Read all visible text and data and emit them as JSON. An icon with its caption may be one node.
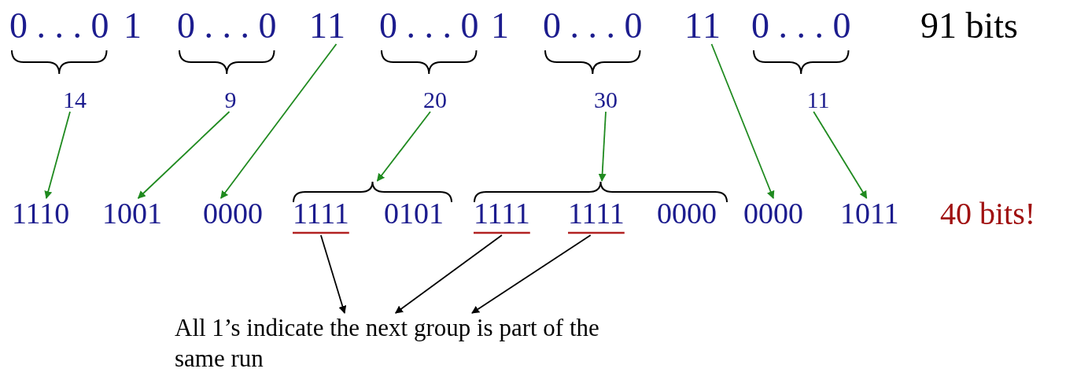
{
  "diagram": {
    "nodes": [
      {
        "text": [
          "0 . . . 0"
        ]
      },
      {
        "text": [
          "1"
        ]
      },
      {
        "text": [
          "0 . . . 0"
        ]
      },
      {
        "text": [
          "1"
        ]
      },
      {
        "text": [
          "1"
        ]
      },
      {
        "text": [
          "0 . . . 0"
        ]
      },
      {
        "text": [
          "1"
        ]
      },
      {
        "text": [
          "0 . . . 0"
        ]
      },
      {
        "text": [
          "1"
        ]
      },
      {
        "text": [
          "1"
        ]
      },
      {
        "text": [
          "0 . . . 0"
        ]
      },
      {
        "text": [
          "14"
        ]
      },
      {
        "text": [
          "9"
        ]
      },
      {
        "text": [
          "20"
        ]
      },
      {
        "text": [
          "30"
        ]
      },
      {
        "text": [
          "11"
        ]
      },
      {
        "text": [
          "1110"
        ]
      },
      {
        "text": [
          "1001"
        ]
      },
      {
        "text": [
          "0000"
        ]
      },
      {
        "text": [
          "1111"
        ]
      },
      {
        "text": [
          "0101"
        ]
      },
      {
        "text": [
          "1111"
        ]
      },
      {
        "text": [
          "1111"
        ]
      },
      {
        "text": [
          "0000"
        ]
      },
      {
        "text": [
          "0000"
        ]
      },
      {
        "text": [
          "1011"
        ]
      },
      {
        "text": [],
        "shape": "brace"
      },
      {
        "text": [],
        "shape": "brace"
      },
      {
        "text": [
          "All 1’s indicate the next group is part of the same run"
        ]
      }
    ],
    "edges": [
      {
        "from": 11,
        "to": 16,
        "arrow": "to"
      },
      {
        "from": 12,
        "to": 17,
        "arrow": "to"
      },
      {
        "from": 4,
        "to": 18,
        "arrow": "to"
      },
      {
        "from": 13,
        "to": 26,
        "arrow": "to"
      },
      {
        "from": 14,
        "to": 27,
        "arrow": "to"
      },
      {
        "from": 9,
        "to": 24,
        "arrow": "to"
      },
      {
        "from": 15,
        "to": 25,
        "arrow": "to"
      },
      {
        "from": 19,
        "to": 28,
        "arrow": "to",
        "color": "#000000"
      },
      {
        "from": 21,
        "to": 28,
        "arrow": "to",
        "color": "#000000"
      },
      {
        "from": 22,
        "to": 28,
        "arrow": "to",
        "color": "#000000"
      }
    ],
    "labels": [
      "91 bits",
      "40 bits!"
    ]
  }
}
